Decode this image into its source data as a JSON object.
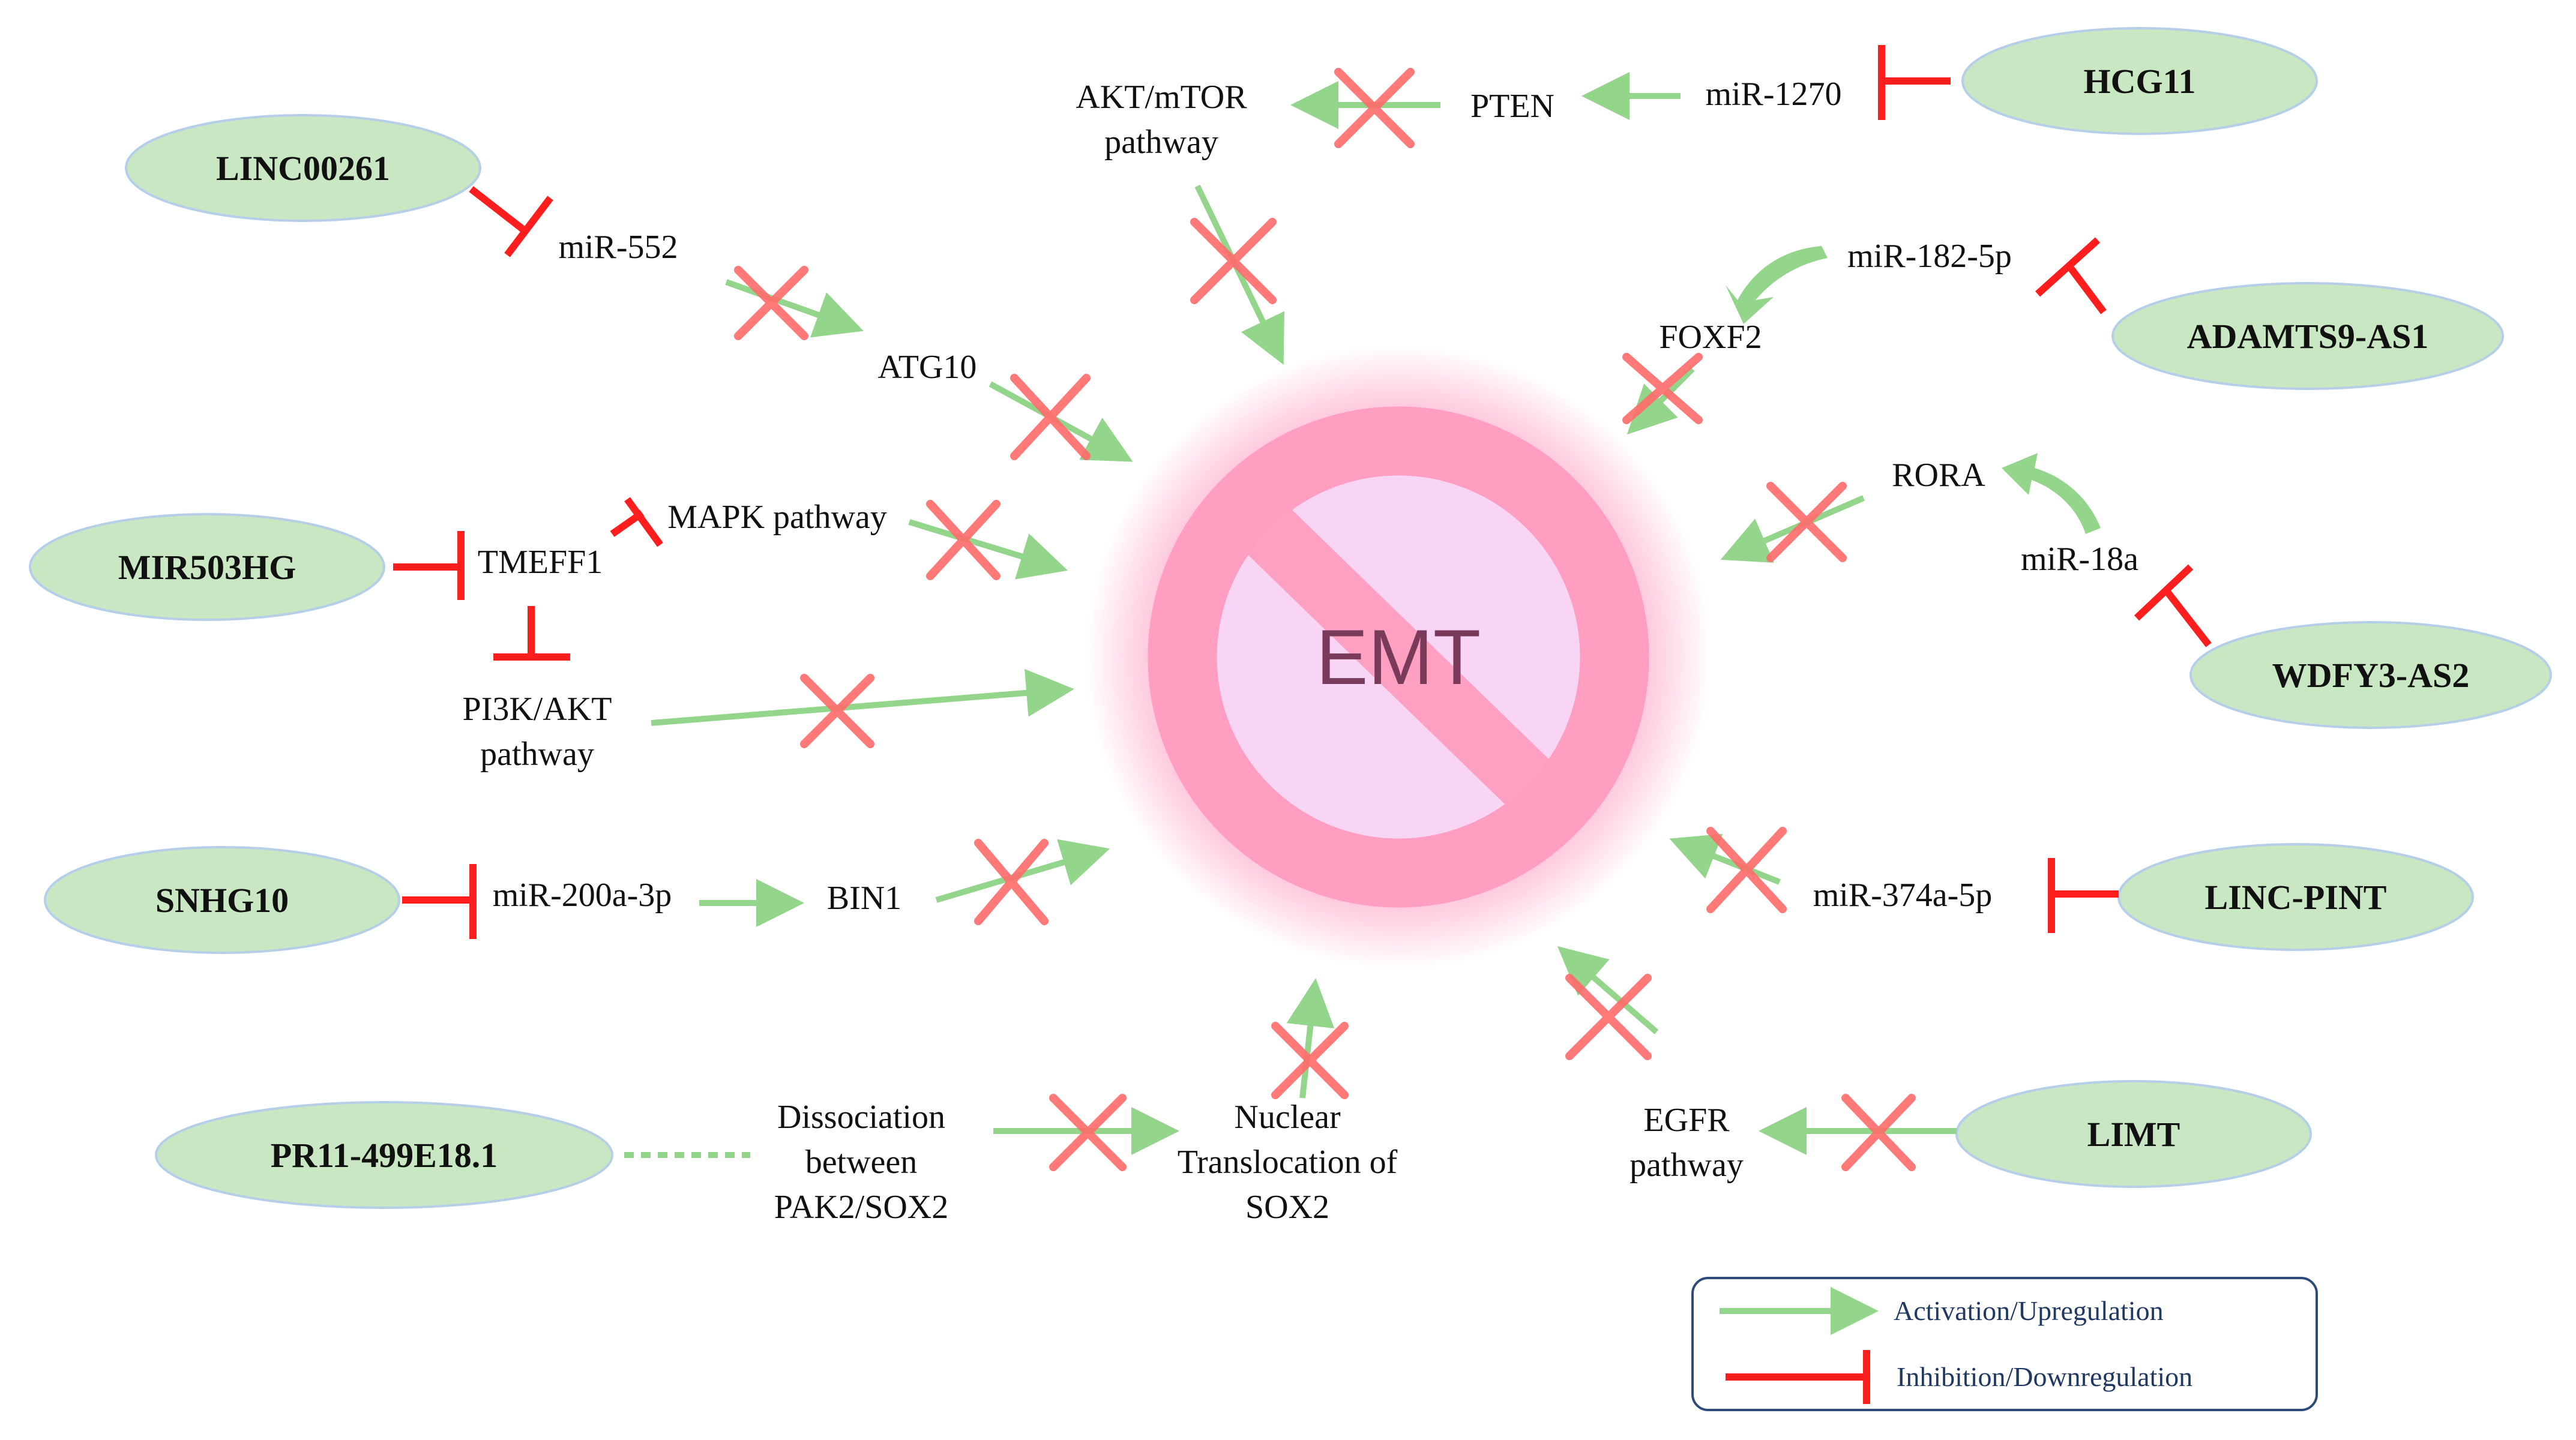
{
  "colors": {
    "activation": "#93d58a",
    "inhibition": "#ff1e1e",
    "blocked_cross": "#ff6b6b",
    "lncrna_fill": "#c9e7c2",
    "emt_ring": "#ff9ec0",
    "legend_text": "#1f3864"
  },
  "center": {
    "label": "EMT",
    "icon": "prohibition-icon"
  },
  "lncrnas": {
    "linc00261": "LINC00261",
    "hcg11": "HCG11",
    "adamts9_as1": "ADAMTS9-AS1",
    "mir503hg": "MIR503HG",
    "wdfy3_as2": "WDFY3-AS2",
    "snhg10": "SNHG10",
    "linc_pint": "LINC-PINT",
    "pr11_499e18_1": "PR11-499E18.1",
    "limt": "LIMT"
  },
  "nodes": {
    "mir_552": "miR-552",
    "atg10": "ATG10",
    "akt_mtor_1": "AKT/mTOR",
    "akt_mtor_2": "pathway",
    "pten": "PTEN",
    "mir_1270": "miR-1270",
    "mir_182_5p": "miR-182-5p",
    "foxf2": "FOXF2",
    "rora": "RORA",
    "mir_18a": "miR-18a",
    "mapk": "MAPK pathway",
    "tmeff1": "TMEFF1",
    "pi3k_1": "PI3K/AKT",
    "pi3k_2": "pathway",
    "mir_200a_3p": "miR-200a-3p",
    "bin1": "BIN1",
    "mir_374a_5p": "miR-374a-5p",
    "dissociation_1": "Dissociation",
    "dissociation_2": "between",
    "dissociation_3": "PAK2/SOX2",
    "nuclear_1": "Nuclear",
    "nuclear_2": "Translocation of",
    "nuclear_3": "SOX2",
    "egfr_1": "EGFR",
    "egfr_2": "pathway"
  },
  "legend": {
    "activation": "Activation/Upregulation",
    "inhibition": "Inhibition/Downregulation"
  }
}
